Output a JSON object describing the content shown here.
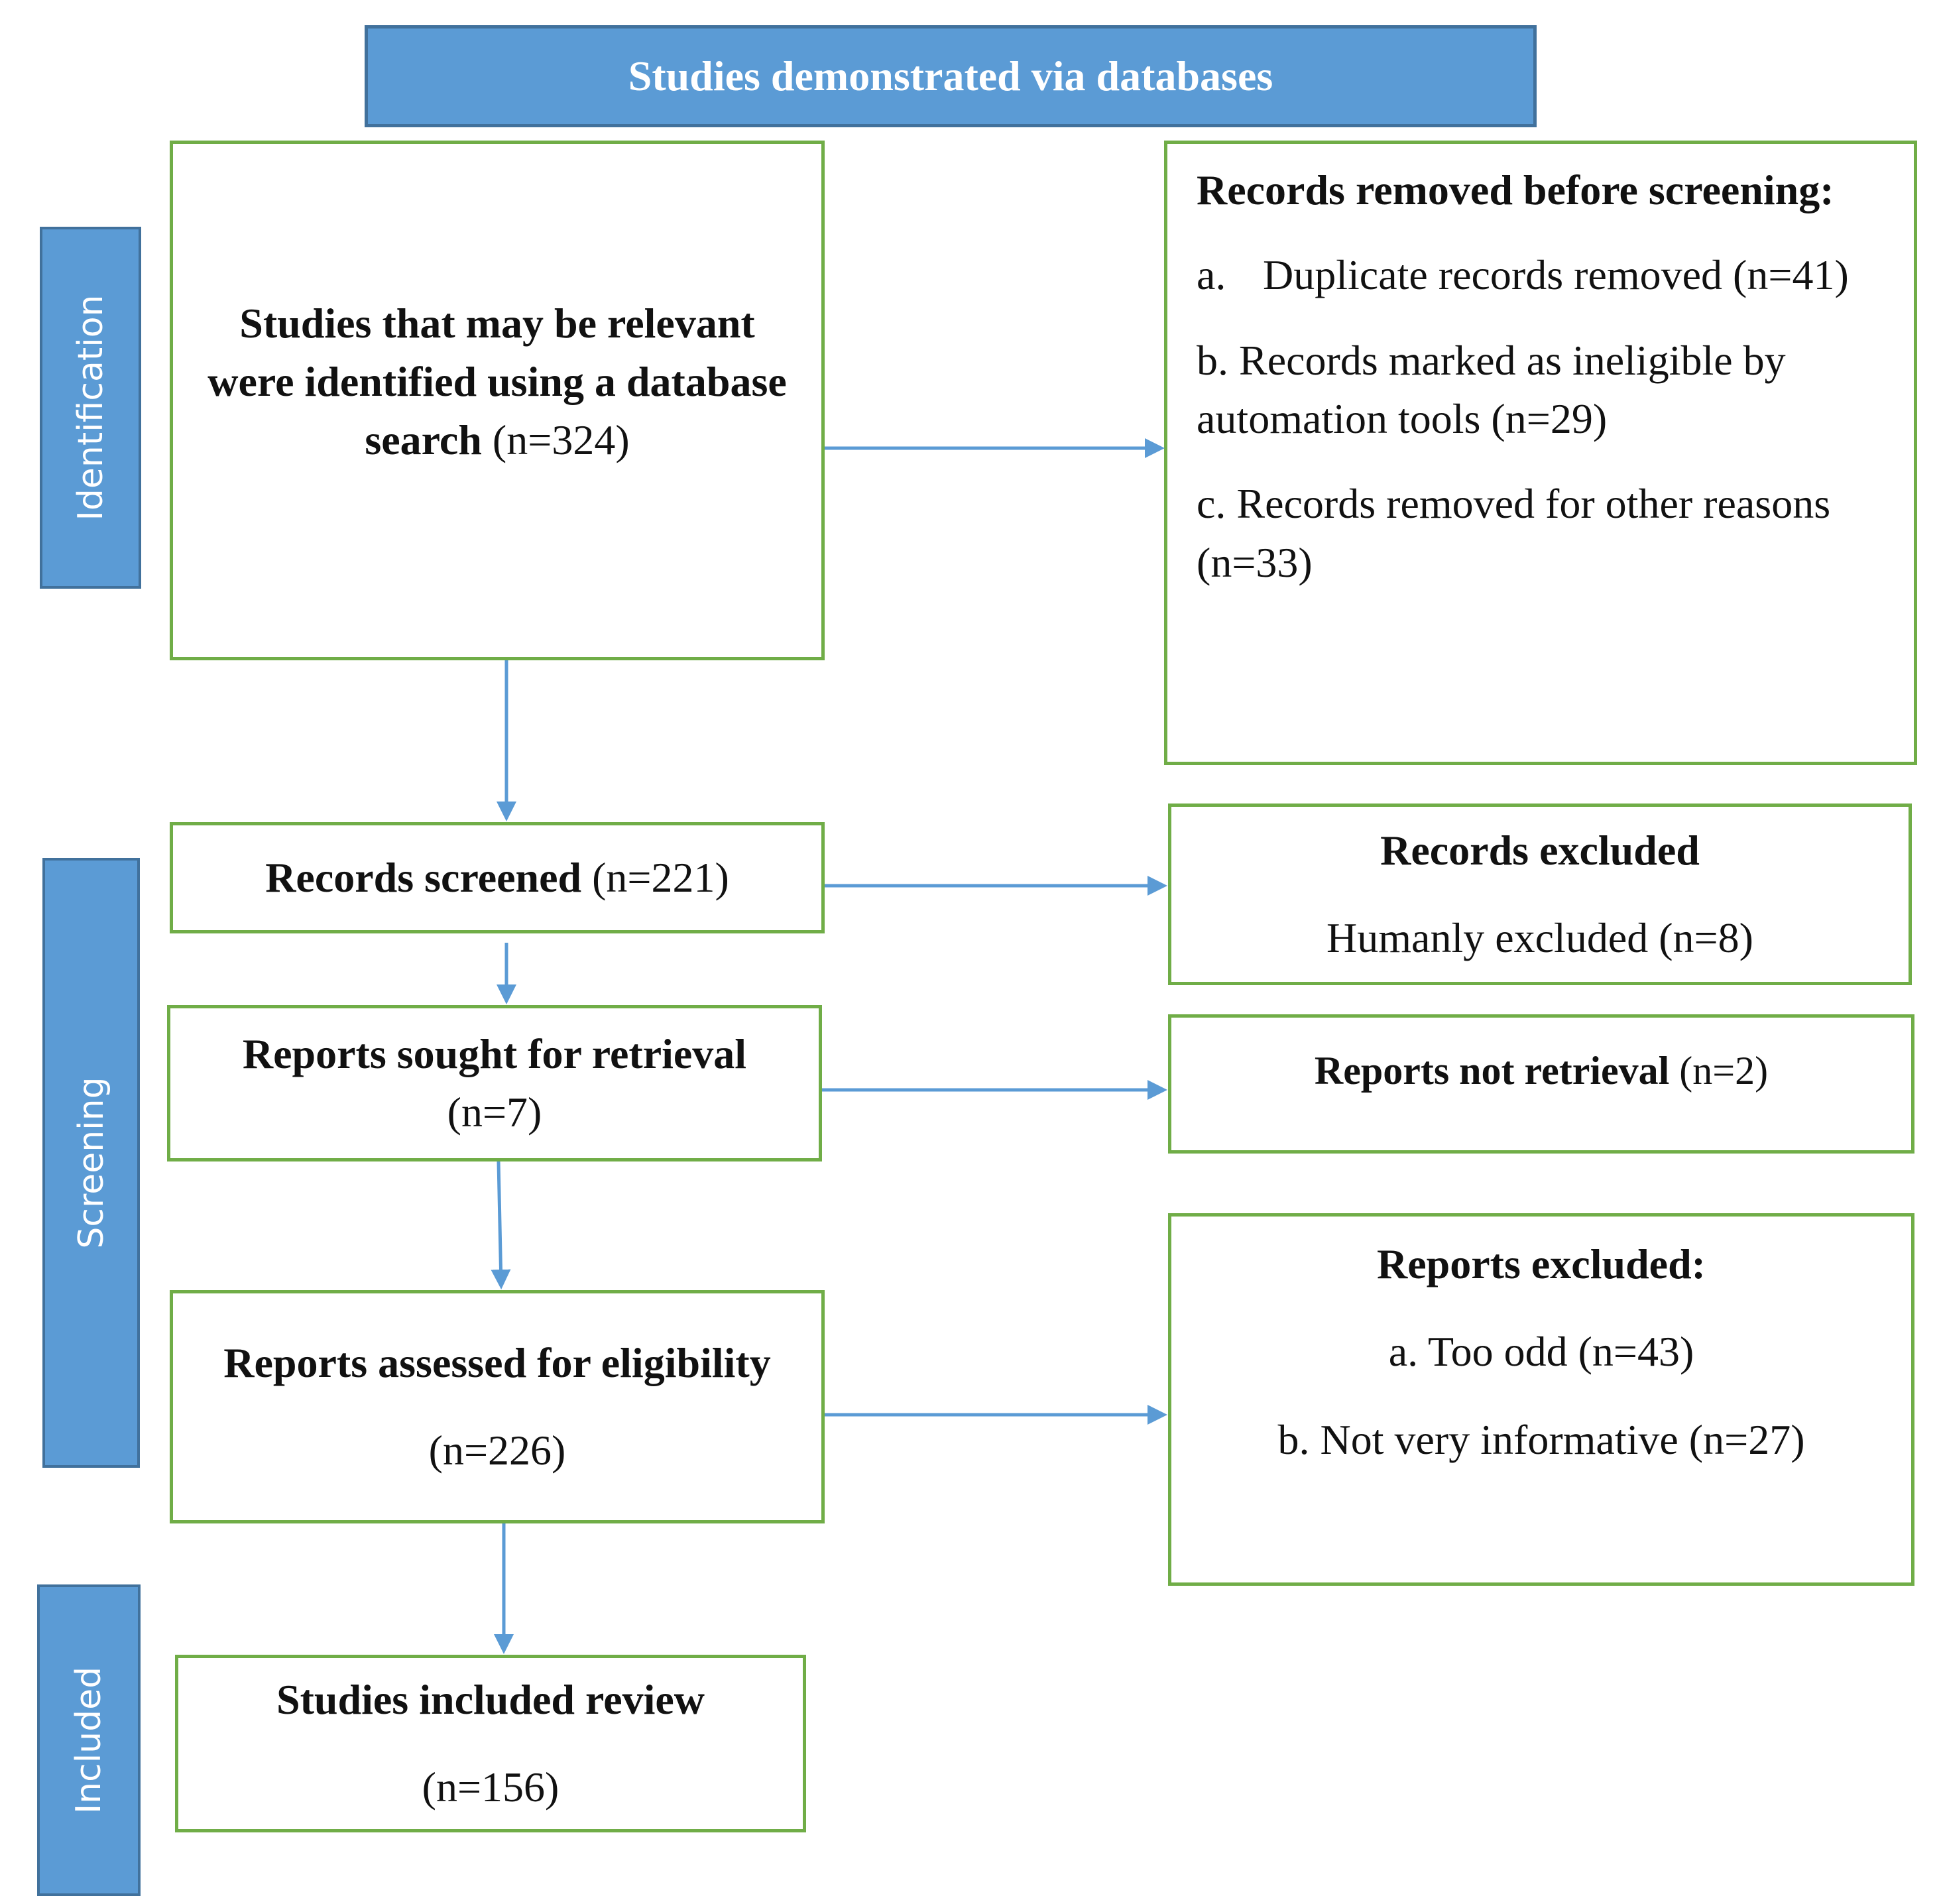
{
  "header": {
    "title": "Studies demonstrated via databases"
  },
  "stages": {
    "identification": "Identification",
    "screening": "Screening",
    "included": "Included"
  },
  "identified": {
    "label": "Studies that may be relevant were identified using a database search",
    "count": "(n=324)"
  },
  "removed_before_screening": {
    "title": "Records removed before screening:",
    "items": [
      {
        "marker": "a.",
        "text": "Duplicate records removed (n=41)"
      },
      {
        "marker": "b.",
        "text": "Records marked as ineligible by automation tools (n=29)"
      },
      {
        "marker": "c.",
        "text": "Records removed for other reasons (n=33)"
      }
    ]
  },
  "screened": {
    "label": "Records screened",
    "count": "(n=221)"
  },
  "records_excluded": {
    "title": "Records excluded",
    "detail": "Humanly excluded (n=8)"
  },
  "sought": {
    "label": "Reports sought for retrieval",
    "count": "(n=7)"
  },
  "not_retrieved": {
    "label": "Reports not retrieval",
    "count": "(n=2)"
  },
  "assessed": {
    "label": "Reports assessed for eligibility",
    "count": "(n=226)"
  },
  "reports_excluded": {
    "title": "Reports excluded:",
    "items": [
      "a. Too odd (n=43)",
      "b. Not very informative (n=27)"
    ]
  },
  "included": {
    "label": "Studies included review",
    "count": "(n=156)"
  },
  "colors": {
    "box_border": "#70ad47",
    "stage_fill": "#5b9bd5",
    "arrow": "#5b9bd5"
  }
}
